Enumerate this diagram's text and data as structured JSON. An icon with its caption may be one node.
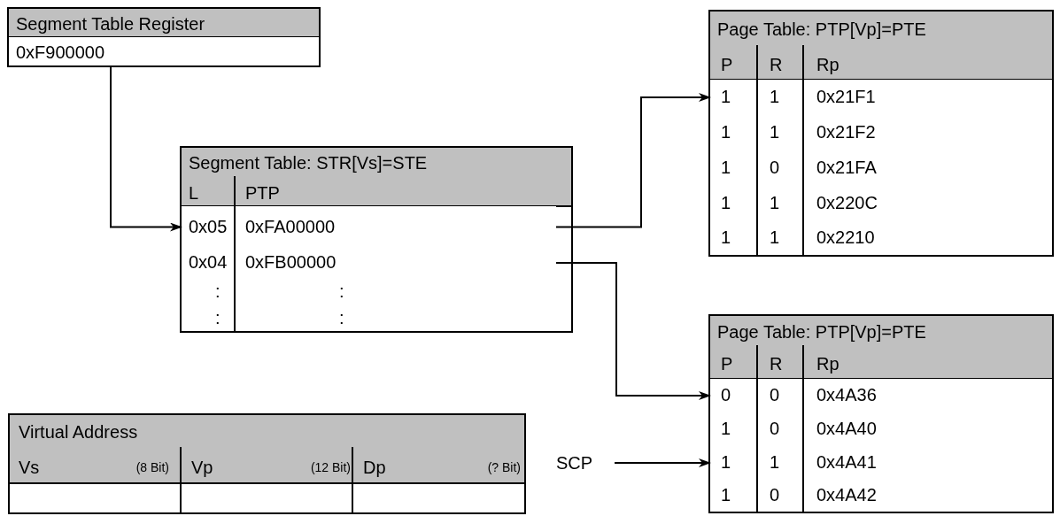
{
  "diagram": {
    "nodes": [
      {
        "text": [
          "Segment Table Register"
        ]
      },
      {
        "text": [
          "0xF900000"
        ],
        "in": 0
      },
      {
        "text": [
          "Segment Table: STR[Vs]=STE",
          "L",
          "PTP"
        ]
      },
      {
        "text": [
          "0x05",
          "0xFA00000"
        ],
        "in": 2
      },
      {
        "text": [
          "0x04",
          "0xFB00000"
        ],
        "in": 2
      },
      {
        "text": [
          ":",
          ":"
        ],
        "in": 2
      },
      {
        "text": [
          ":",
          ":"
        ],
        "in": 2
      },
      {
        "text": [
          "Page Table: PTP[Vp]=PTE",
          "P",
          "R",
          "Rp"
        ]
      },
      {
        "text": [
          "1",
          "1",
          "0x21F1"
        ],
        "in": 7
      },
      {
        "text": [
          "1",
          "1",
          "0x21F2"
        ],
        "in": 7
      },
      {
        "text": [
          "1",
          "0",
          "0x21FA"
        ],
        "in": 7
      },
      {
        "text": [
          "1",
          "1",
          "0x220C"
        ],
        "in": 7
      },
      {
        "text": [
          "1",
          "1",
          "0x2210"
        ],
        "in": 7
      },
      {
        "text": [
          "Page Table: PTP[Vp]=PTE",
          "P",
          "R",
          "Rp"
        ]
      },
      {
        "text": [
          "0",
          "0",
          "0x4A36"
        ],
        "in": 13
      },
      {
        "text": [
          "1",
          "0",
          "0x4A40"
        ],
        "in": 13
      },
      {
        "text": [
          "1",
          "1",
          "0x4A41"
        ],
        "in": 13
      },
      {
        "text": [
          "1",
          "0",
          "0x4A42"
        ],
        "in": 13
      },
      {
        "text": [
          "Virtual Address",
          "Vs",
          "(8 Bit)",
          "Vp",
          "(12 Bit)",
          "Dp",
          "(? Bit)"
        ]
      },
      {
        "text": [
          "SCP"
        ]
      }
    ],
    "edges": [
      {
        "from": 1,
        "to": 3,
        "arrow": "to"
      },
      {
        "from": 3,
        "to": 8,
        "arrow": "to"
      },
      {
        "from": 4,
        "to": 14,
        "arrow": "to"
      },
      {
        "from": 19,
        "to": 16,
        "arrow": "to"
      }
    ]
  }
}
